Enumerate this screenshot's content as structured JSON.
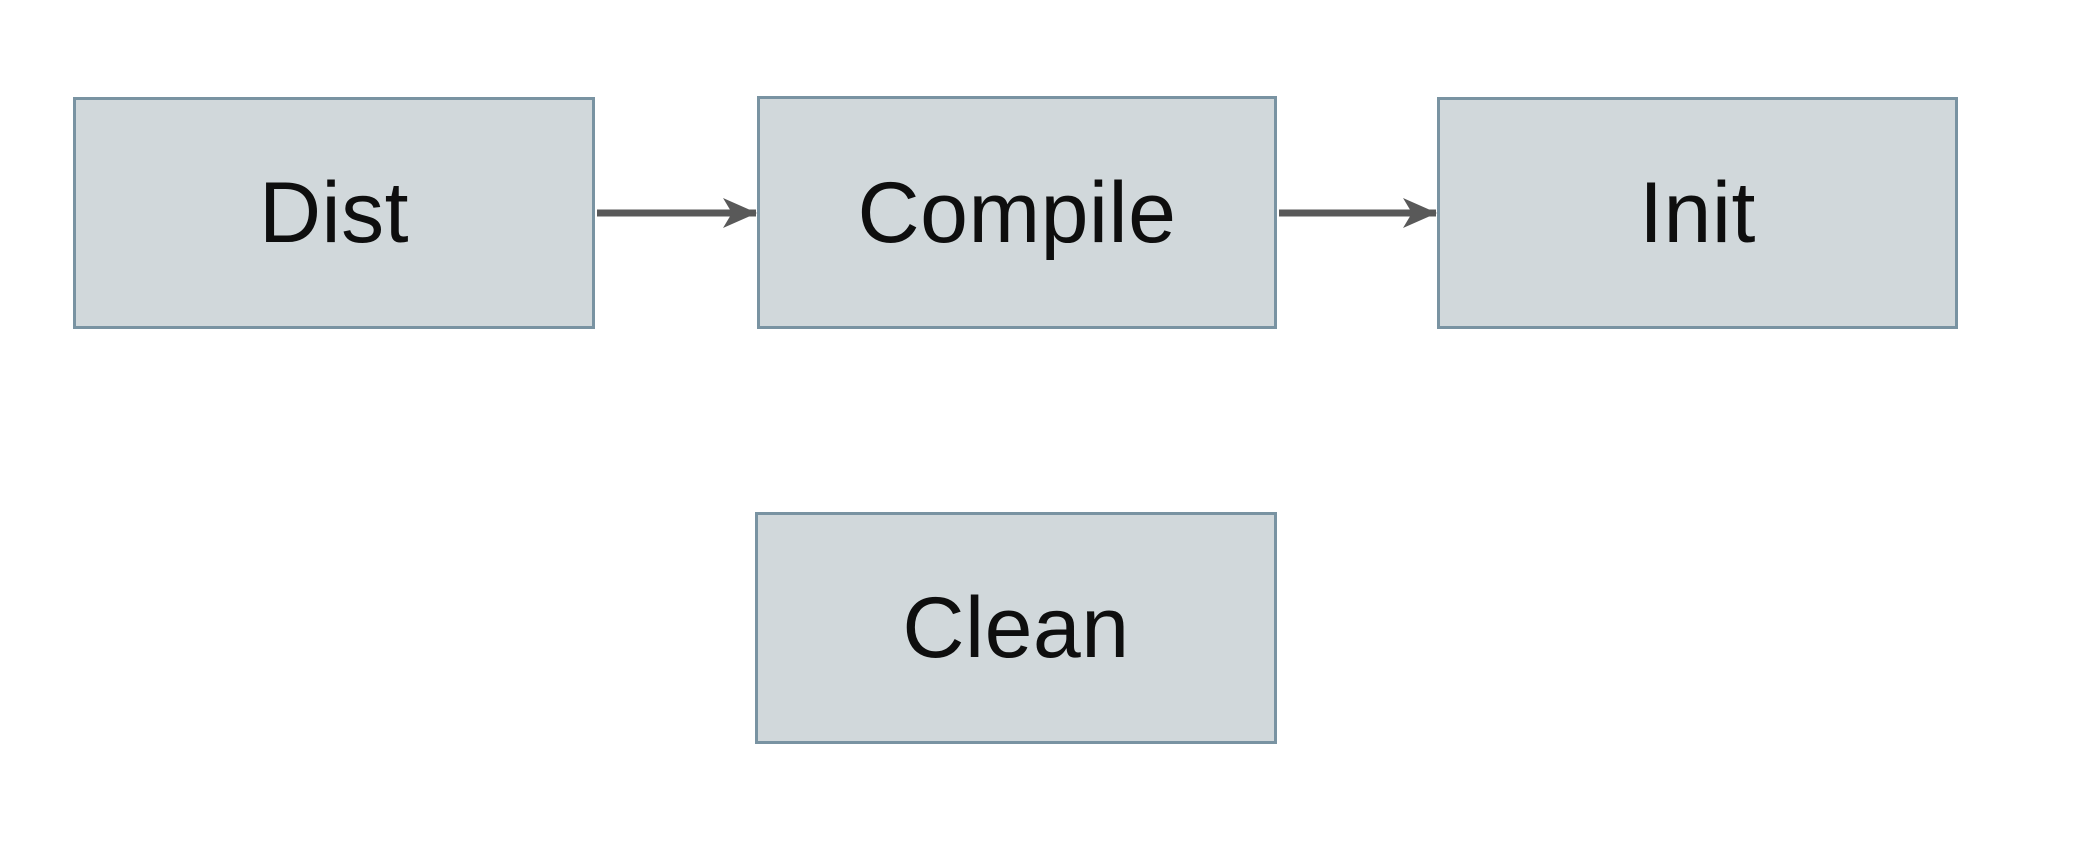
{
  "theme": {
    "canvas_bg": "#ffffff",
    "node_fill": "#d1d8db",
    "node_border": "#7993a2",
    "arrow_color": "#595959",
    "text_color": "#0e0e0e"
  },
  "diagram": {
    "title": "",
    "nodes": [
      {
        "id": "dist",
        "label": "Dist"
      },
      {
        "id": "compile",
        "label": "Compile"
      },
      {
        "id": "init",
        "label": "Init"
      },
      {
        "id": "clean",
        "label": "Clean"
      }
    ],
    "edges": [
      {
        "from": "Dist",
        "to": "Compile",
        "style": "solid-arrow-right"
      },
      {
        "from": "Compile",
        "to": "Init",
        "style": "solid-arrow-right"
      }
    ]
  }
}
